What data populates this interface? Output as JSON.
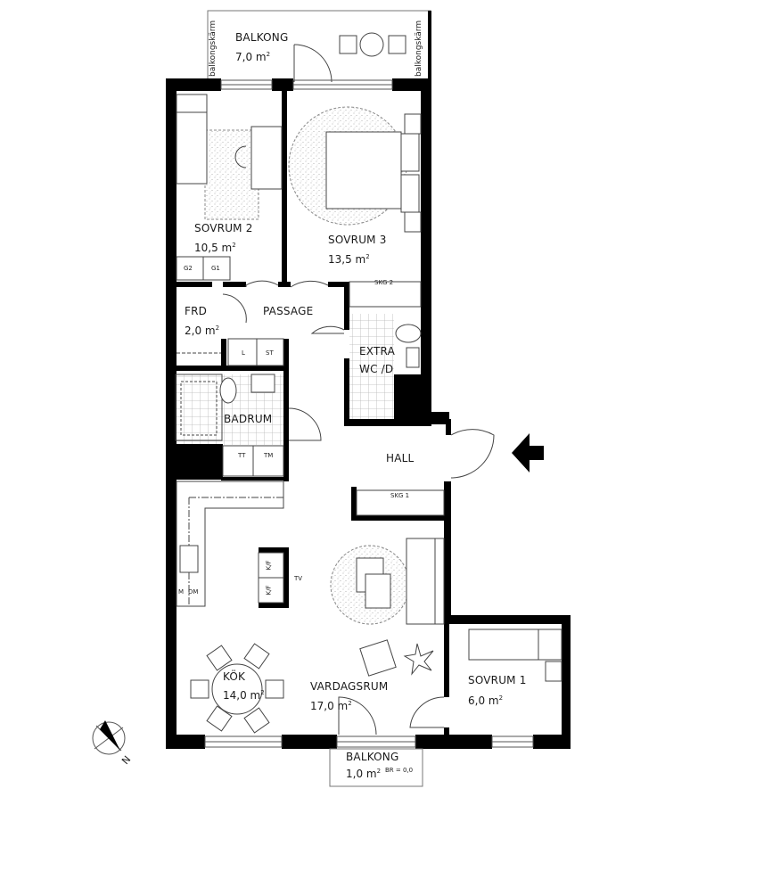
{
  "plan": {
    "wall_color": "#000000",
    "line_color": "#444444",
    "tile_color": "#b8b8b8",
    "rug_color": "#9a9a9a"
  },
  "rooms": {
    "balkong_top": {
      "name": "BALKONG",
      "area": "7,0",
      "unit": "m",
      "sup": "2",
      "screen_left": "balkongskärm",
      "screen_right": "balkongskärm"
    },
    "sovrum2": {
      "name": "SOVRUM   2",
      "area": "10,5",
      "unit": "m",
      "sup": "2",
      "wardrobe_a": "G2",
      "wardrobe_b": "G1"
    },
    "sovrum3": {
      "name": "SOVRUM   3",
      "area": "13,5",
      "unit": "m",
      "sup": "2"
    },
    "frd": {
      "name": "FRD",
      "area": "2,0",
      "unit": "m",
      "sup": "2"
    },
    "passage": {
      "name": "PASSAGE"
    },
    "skg2": {
      "name": "SKG  2"
    },
    "extra_wc": {
      "name_line1": "EXTRA",
      "name_line2": "WC /D"
    },
    "laundry": {
      "l": "L",
      "st": "ST"
    },
    "badrum": {
      "name": "BADRUM",
      "tt": "TT",
      "tm": "TM"
    },
    "hall": {
      "name": "HALL"
    },
    "skg1": {
      "name": "SKG  1"
    },
    "kitchen_appliances": {
      "m": "M",
      "dm": "DM",
      "kf1": "K/F",
      "kf2": "K/F",
      "tv": "TV"
    },
    "kok": {
      "name": "KÖK",
      "area": "14,0",
      "unit": "m",
      "sup": "2"
    },
    "vardagsrum": {
      "name": "VARDAGSRUM",
      "area": "17,0",
      "unit": "m",
      "sup": "2"
    },
    "sovrum1": {
      "name": "SOVRUM    1",
      "area": "6,0",
      "unit": "m",
      "sup": "2"
    },
    "balkong_bottom": {
      "name": "BALKONG",
      "area": "1,0",
      "unit": "m",
      "sup": "2",
      "note": "BR  = 0,0"
    }
  },
  "compass": {
    "label": "N"
  },
  "entrance": {
    "icon": "entrance-arrow-icon"
  }
}
